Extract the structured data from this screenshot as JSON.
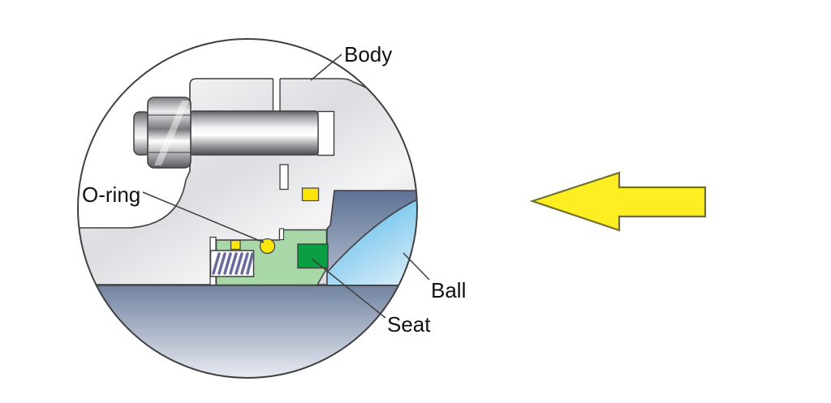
{
  "diagram": {
    "labels": {
      "body": "Body",
      "o_ring": "O-ring",
      "ball": "Ball",
      "seat": "Seat"
    },
    "arrow": {
      "direction": "left",
      "meaning": "flow-direction"
    },
    "colors": {
      "ball_blue": "#2aa9e2",
      "seat_green": "#0a9f43",
      "carrier_green": "#a8d7a8",
      "o_ring_yellow": "#ffe60a",
      "arrow_yellow": "#fcee21",
      "outline": "#3f3f3f"
    }
  }
}
